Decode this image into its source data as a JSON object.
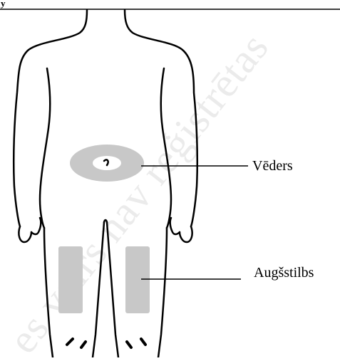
{
  "header_fragment": "y",
  "labels": {
    "abdomen": "Vēders",
    "thigh": "Augšstilbs"
  },
  "watermark": "es vairs nav reģistrētas",
  "colors": {
    "outline": "#000000",
    "injection_zone": "#c8c8c8",
    "watermark": "#eaeaea",
    "label_text": "#000000",
    "background": "#ffffff"
  }
}
